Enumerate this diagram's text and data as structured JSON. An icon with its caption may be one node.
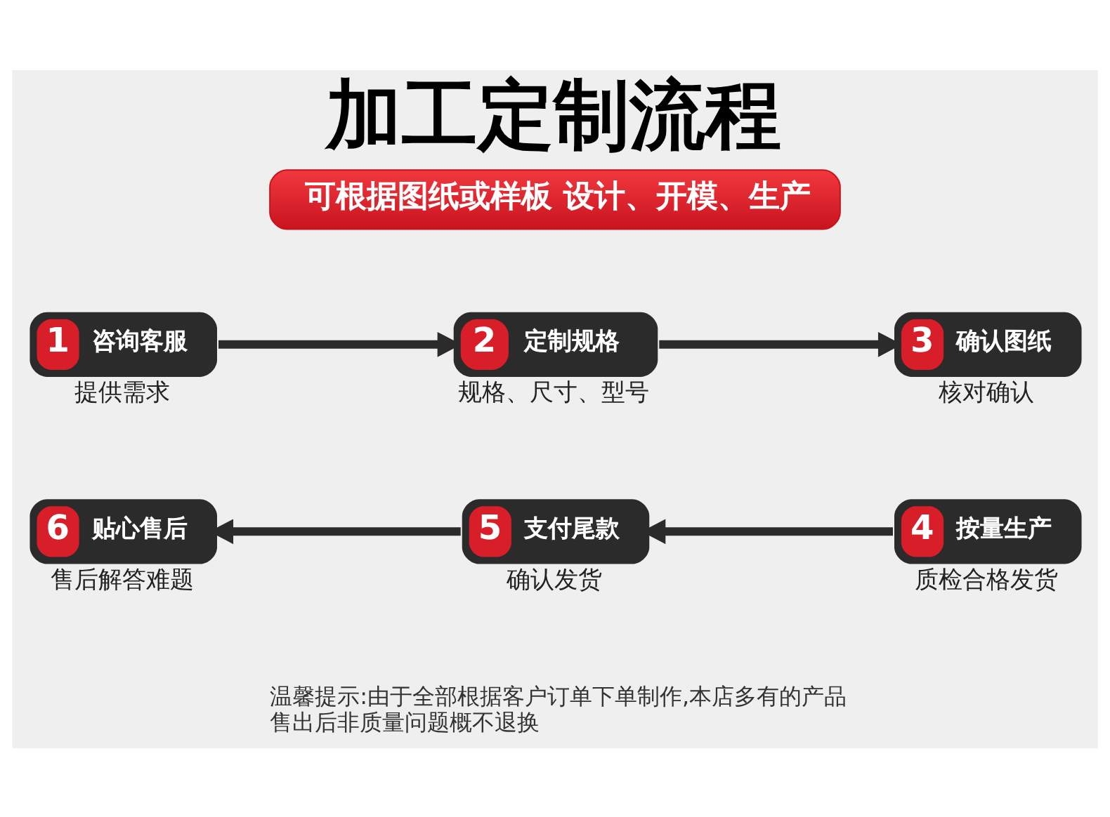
{
  "diagram": {
    "title": "加工定制流程",
    "nodes": [
      {
        "text": [
          "可根据图纸或样板 设计、开模、生产"
        ]
      },
      {
        "text": [
          "1",
          "咨询客服"
        ],
        "beside": [
          "提供需求"
        ]
      },
      {
        "text": [
          "2",
          "定制规格"
        ],
        "beside": [
          "规格、尺寸、型号"
        ]
      },
      {
        "text": [
          "3",
          "确认图纸"
        ],
        "beside": [
          "核对确认"
        ]
      },
      {
        "text": [
          "4",
          "按量生产"
        ],
        "beside": [
          "质检合格发货"
        ]
      },
      {
        "text": [
          "5",
          "支付尾款"
        ],
        "beside": [
          "确认发货"
        ]
      },
      {
        "text": [
          "6",
          "贴心售后"
        ],
        "beside": [
          "售后解答难题"
        ]
      }
    ],
    "edges": [
      {
        "from": 1,
        "to": 2,
        "arrow": "to"
      },
      {
        "from": 2,
        "to": 3,
        "arrow": "to"
      },
      {
        "from": 4,
        "to": 5,
        "arrow": "to"
      },
      {
        "from": 5,
        "to": 6,
        "arrow": "to"
      }
    ],
    "labels": [
      "温馨提示:由于全部根据客户订单下单制作,本店多有的产品售出后非质量问题概不退换"
    ]
  }
}
